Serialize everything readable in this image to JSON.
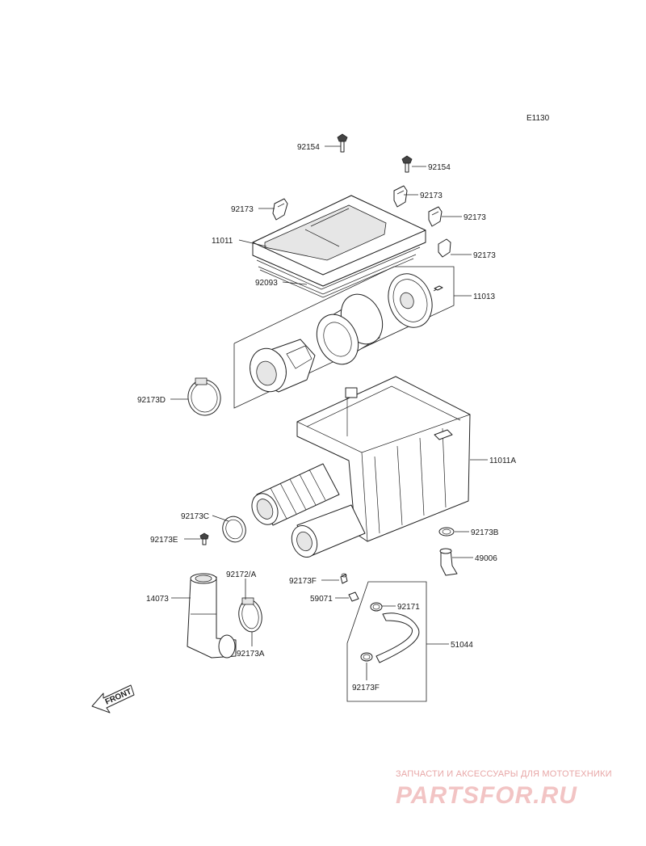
{
  "diagram_code": "E1130",
  "orientation_label": "FRONT",
  "watermark": {
    "tagline": "ЗАПЧАСТИ И АКСЕССУАРЫ ДЛЯ МОТОТЕХНИКИ",
    "brand": "PARTSFOR.RU"
  },
  "callouts": [
    "92154",
    "92154",
    "92173",
    "92173",
    "92173",
    "92173",
    "11011",
    "92093",
    "11013",
    "92173D",
    "11011A",
    "92173C",
    "92173B",
    "92173E",
    "49006",
    "92172/A",
    "14073",
    "92173F",
    "59071",
    "92171",
    "51044",
    "92173A",
    "92173F"
  ]
}
